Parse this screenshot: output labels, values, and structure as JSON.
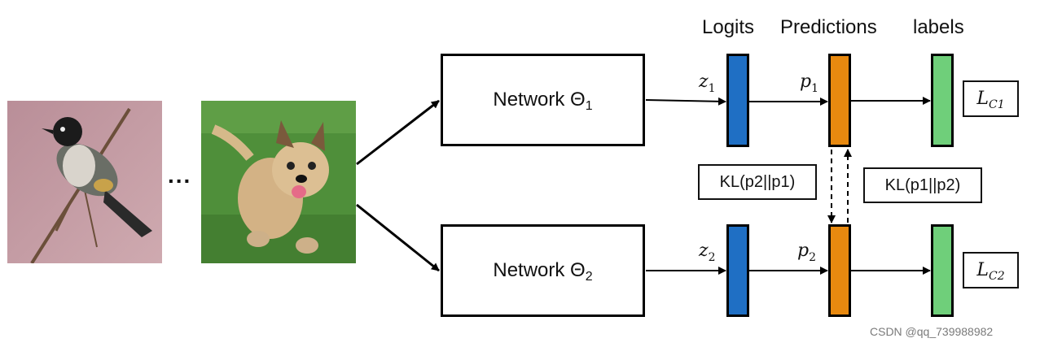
{
  "headers": {
    "logits": "Logits",
    "predictions": "Predictions",
    "labels": "labels"
  },
  "images": {
    "bird": "bird-photo",
    "dog": "dog-photo",
    "ellipsis": "..."
  },
  "networks": [
    {
      "label": "Network Θ",
      "sub": "1"
    },
    {
      "label": "Network Θ",
      "sub": "2"
    }
  ],
  "logits": [
    {
      "var": "z",
      "sub": "1"
    },
    {
      "var": "z",
      "sub": "2"
    }
  ],
  "predictions": [
    {
      "var": "p",
      "sub": "1"
    },
    {
      "var": "p",
      "sub": "2"
    }
  ],
  "losses": [
    {
      "var": "L",
      "sub": "C1"
    },
    {
      "var": "L",
      "sub": "C2"
    }
  ],
  "kl": {
    "left": "KL(p2||p1)",
    "right": "KL(p1||p2)"
  },
  "colors": {
    "logit_bar": "#1f6fc4",
    "prediction_bar": "#e8890f",
    "label_bar": "#6fcf7a"
  },
  "watermark": "CSDN @qq_739988982"
}
